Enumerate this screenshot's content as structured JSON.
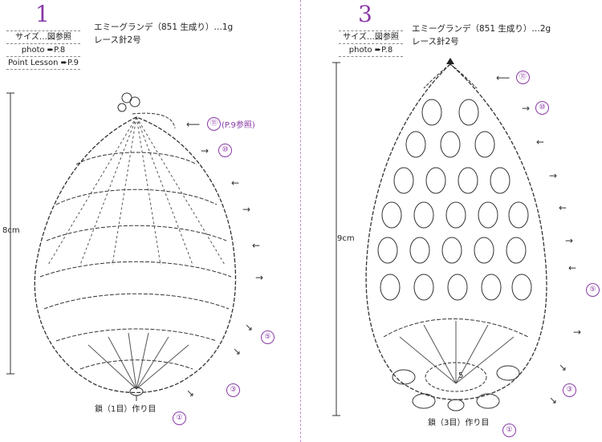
{
  "left": {
    "pattern_number": "1",
    "size_label": "サイズ…図参照",
    "photo_label": "photo ➨P.8",
    "lesson_label": "Point Lesson ➨P.9",
    "yarn_line": "エミーグランデ（851 生成り）…1g",
    "hook_line": "レース針2号",
    "size_dimension": "8cm",
    "foundation_label": "鎖（1目）作り目",
    "row_marks": [
      "⑪",
      "⑩",
      "⑤",
      "③",
      "①"
    ],
    "ref_note": "(P.9参照)"
  },
  "right": {
    "pattern_number": "3",
    "size_label": "サイズ…図参照",
    "photo_label": "photo ➨P.8",
    "yarn_line": "エミーグランデ（851 生成り）…2g",
    "hook_line": "レース針2号",
    "size_dimension": "9cm",
    "foundation_label": "鎖（3目）作り目",
    "center_number": "5",
    "row_marks": [
      "⑪",
      "⑩",
      "⑤",
      "③",
      "①"
    ]
  },
  "colors": {
    "accent": "#8a3aa6",
    "ink": "#222222",
    "divider": "#c58bd0"
  }
}
